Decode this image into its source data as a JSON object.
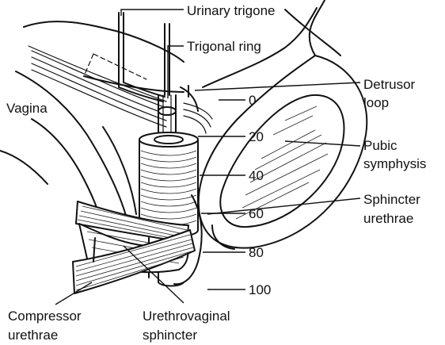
{
  "labels": {
    "urinary_trigone": "Urinary trigone",
    "trigonal_ring": "Trigonal ring",
    "vagina": "Vagina",
    "detrusor_loop_line1": "Detrusor",
    "detrusor_loop_line2": "loop",
    "pubic_symphysis_line1": "Pubic",
    "pubic_symphysis_line2": "symphysis",
    "sphincter_urethrae_line1": "Sphincter",
    "sphincter_urethrae_line2": "urethrae",
    "compressor_urethrae_line1": "Compressor",
    "compressor_urethrae_line2": "urethrae",
    "urethrovaginal_line1": "Urethrovaginal",
    "urethrovaginal_line2": "sphincter"
  },
  "depth_scale": [
    "0",
    "20",
    "40",
    "60",
    "80",
    "100"
  ]
}
